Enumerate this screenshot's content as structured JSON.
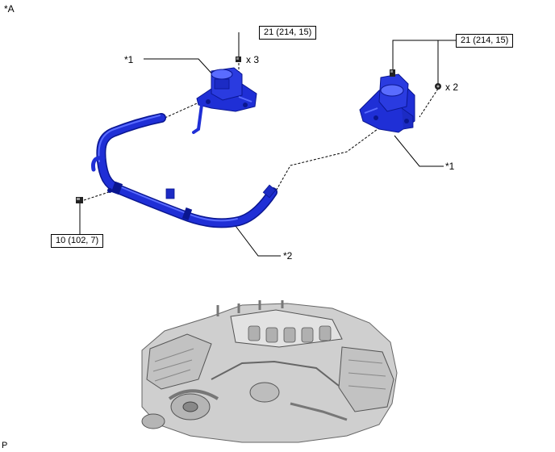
{
  "figure": {
    "view_label": "*A",
    "corner_mark": "P"
  },
  "callouts": {
    "part1_left": "*1",
    "part1_right": "*1",
    "part2": "*2"
  },
  "torque_specs": {
    "top_left": "21 (214, 15)",
    "top_right": "21 (214, 15)",
    "lower_left": "10 (102, 7)"
  },
  "fastener_counts": {
    "left_bolts": "x 3",
    "right_bolts": "x 2"
  },
  "colors": {
    "part_blue": "#1f2fd6",
    "part_highlight": "#5a6cff",
    "part_shadow": "#0a1690",
    "engine_gray": "#b8b8b8"
  }
}
